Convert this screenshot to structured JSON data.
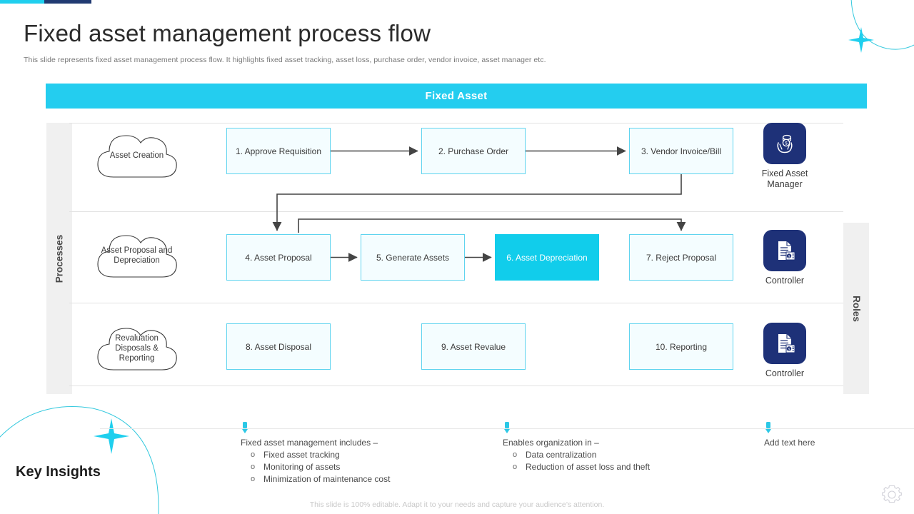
{
  "header": {
    "title": "Fixed asset management process flow",
    "subtitle": "This slide represents fixed asset management process flow. It highlights fixed asset tracking, asset loss, purchase order, vendor invoice, asset manager etc."
  },
  "diagram": {
    "band_title": "Fixed Asset",
    "left_axis_label": "Processes",
    "right_axis_label": "Roles",
    "rows": [
      {
        "cloud": "Asset Creation",
        "boxes": [
          {
            "label": "1. Approve Requisition",
            "highlighted": false
          },
          {
            "label": "2. Purchase Order",
            "highlighted": false
          },
          {
            "label": "3. Vendor Invoice/Bill",
            "highlighted": false
          }
        ],
        "role": {
          "label": "Fixed Asset Manager",
          "icon": "hands-holding-coins-icon"
        }
      },
      {
        "cloud": "Asset Proposal and Depreciation",
        "boxes": [
          {
            "label": "4. Asset Proposal",
            "highlighted": false
          },
          {
            "label": "5. Generate Assets",
            "highlighted": false
          },
          {
            "label": "6. Asset Depreciation",
            "highlighted": true
          },
          {
            "label": "7. Reject Proposal",
            "highlighted": false
          }
        ],
        "role": {
          "label": "Controller",
          "icon": "document-dollar-icon"
        }
      },
      {
        "cloud": "Revaluation Disposals & Reporting",
        "boxes": [
          {
            "label": "8. Asset Disposal",
            "highlighted": false
          },
          {
            "label": "9. Asset Revalue",
            "highlighted": false
          },
          {
            "label": "10. Reporting",
            "highlighted": false
          }
        ],
        "role": {
          "label": "Controller",
          "icon": "document-dollar-icon"
        }
      }
    ]
  },
  "key_insights": {
    "title": "Key Insights",
    "columns": [
      {
        "heading": "Fixed asset management includes –",
        "items": [
          "Fixed asset tracking",
          "Monitoring of assets",
          "Minimization of maintenance cost"
        ]
      },
      {
        "heading": "Enables organization in –",
        "items": [
          "Data centralization",
          "Reduction of asset loss and theft"
        ]
      },
      {
        "heading": "Add text here",
        "items": []
      }
    ]
  },
  "footer": {
    "note": "This slide is 100% editable. Adapt it to your needs and capture your audience’s attention."
  },
  "colors": {
    "accent_cyan": "#1fcfee",
    "band_cyan": "#24cdef",
    "highlight_cyan": "#11cdeb",
    "navy": "#1e3178",
    "box_border": "#5fd4ef",
    "box_fill": "#f4fdff"
  }
}
